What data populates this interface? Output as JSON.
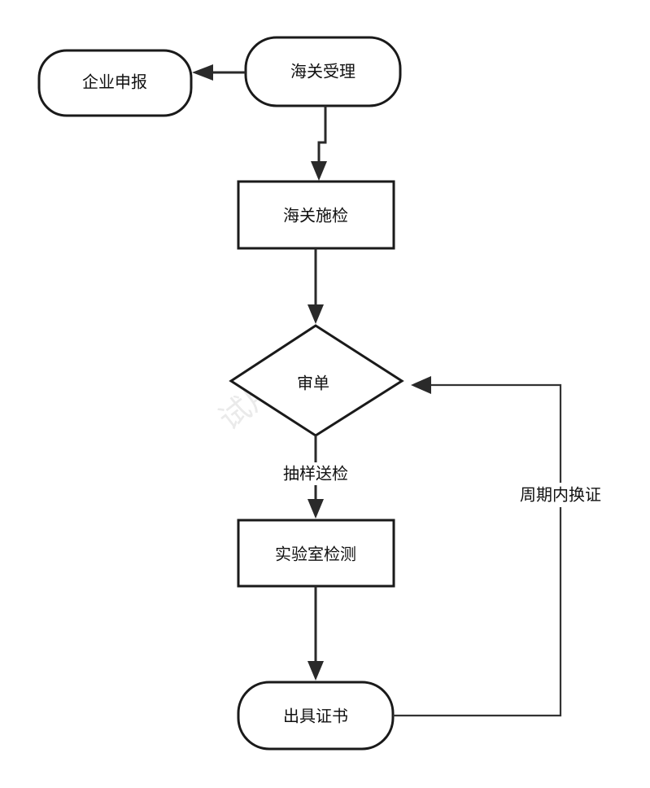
{
  "nodes": {
    "enterprise_declare": "企业申报",
    "customs_accept": "海关受理",
    "customs_inspect": "海关施检",
    "review": "审单",
    "lab_test": "实验室检测",
    "issue_certificate": "出具证书"
  },
  "edges": {
    "sampling_label": "抽样送检",
    "renewal_label": "周期内换证"
  },
  "watermark": "试用水印"
}
